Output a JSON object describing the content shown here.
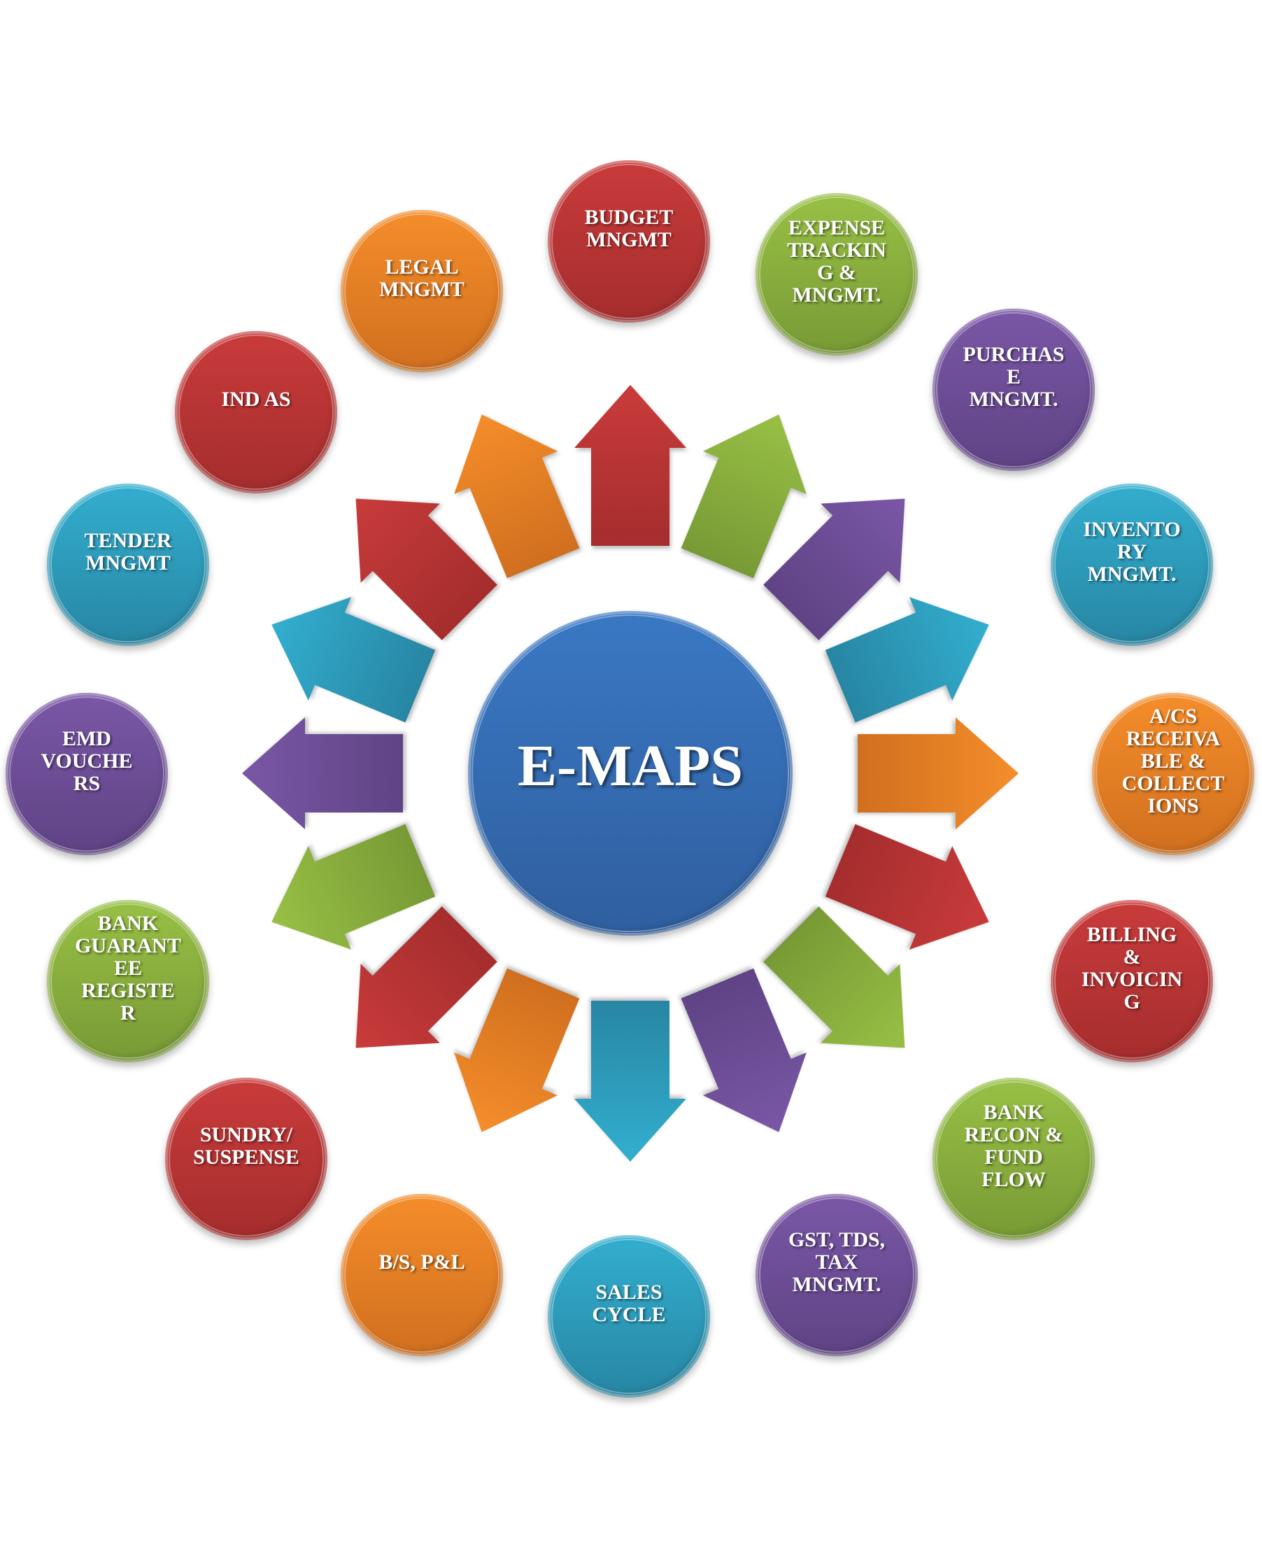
{
  "diagram": {
    "center": {
      "label": "E-MAPS",
      "color": "#3a78c4",
      "color_dark": "#2f5f9f"
    },
    "nodes": [
      {
        "id": "budget",
        "label": "BUDGET\nMNGMT",
        "color": "#c93b3b",
        "color_dark": "#a52d2d",
        "angle_deg": 0
      },
      {
        "id": "expense",
        "label": "EXPENSE\nTRACKIN\nG &\nMNGMT.",
        "color": "#98c045",
        "color_dark": "#789a35",
        "angle_deg": 22.5
      },
      {
        "id": "purchase",
        "label": "PURCHAS\nE\nMNGMT.",
        "color": "#7a57a6",
        "color_dark": "#5f4385",
        "angle_deg": 45
      },
      {
        "id": "inventory",
        "label": "INVENTO\nRY\nMNGMT.",
        "color": "#33aecf",
        "color_dark": "#2786a3",
        "angle_deg": 67.5
      },
      {
        "id": "receivables",
        "label": "A/CS\nRECEIVA\nBLE &\nCOLLECT\nIONS",
        "color": "#f58d2a",
        "color_dark": "#d06f1f",
        "angle_deg": 90
      },
      {
        "id": "billing",
        "label": "BILLING\n&\nINVOICIN\nG",
        "color": "#c93b3b",
        "color_dark": "#a52d2d",
        "angle_deg": 112.5
      },
      {
        "id": "bank-recon",
        "label": "BANK\nRECON &\nFUND\nFLOW",
        "color": "#98c045",
        "color_dark": "#789a35",
        "angle_deg": 135
      },
      {
        "id": "gst",
        "label": "GST, TDS,\nTAX\nMNGMT.",
        "color": "#7a57a6",
        "color_dark": "#5f4385",
        "angle_deg": 157.5
      },
      {
        "id": "sales",
        "label": "SALES\nCYCLE",
        "color": "#33aecf",
        "color_dark": "#2786a3",
        "angle_deg": 180
      },
      {
        "id": "bs-pl",
        "label": "B/S, P&L",
        "color": "#f58d2a",
        "color_dark": "#d06f1f",
        "angle_deg": 202.5
      },
      {
        "id": "sundry",
        "label": "SUNDRY/\nSUSPENSE",
        "color": "#c93b3b",
        "color_dark": "#a52d2d",
        "angle_deg": 225
      },
      {
        "id": "bank-guarantee",
        "label": "BANK\nGUARANT\nEE\nREGISTE\nR",
        "color": "#98c045",
        "color_dark": "#789a35",
        "angle_deg": 247.5
      },
      {
        "id": "emd",
        "label": "EMD\nVOUCHE\nRS",
        "color": "#7a57a6",
        "color_dark": "#5f4385",
        "angle_deg": 270
      },
      {
        "id": "tender",
        "label": "TENDER\nMNGMT",
        "color": "#33aecf",
        "color_dark": "#2786a3",
        "angle_deg": 292.5
      },
      {
        "id": "ind-as",
        "label": "IND AS",
        "color": "#c93b3b",
        "color_dark": "#a52d2d",
        "angle_deg": 315
      },
      {
        "id": "legal",
        "label": "LEGAL\nMNGMT",
        "color": "#f58d2a",
        "color_dark": "#d06f1f",
        "angle_deg": 337.5
      }
    ]
  }
}
